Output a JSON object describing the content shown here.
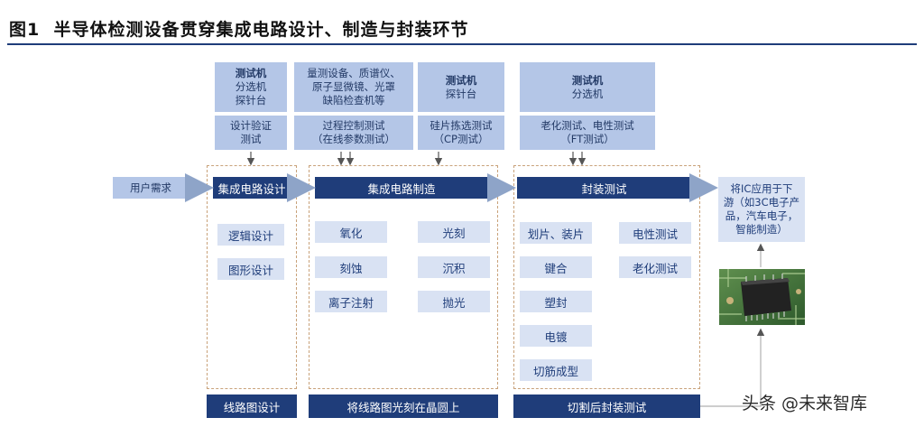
{
  "figure": {
    "label": "图1",
    "title": "半导体检测设备贯穿集成电路设计、制造与封装环节"
  },
  "equipment": {
    "design": {
      "name": "测试机",
      "lines": [
        "分选机",
        "探针台"
      ]
    },
    "process": {
      "lines": [
        "量测设备、质谱仪、",
        "原子显微镜、光罩",
        "缺陷检查机等"
      ]
    },
    "wafer": {
      "name": "测试机",
      "lines": [
        "探针台"
      ]
    },
    "package": {
      "name": "测试机",
      "lines": [
        "分选机"
      ]
    }
  },
  "tests": {
    "design": [
      "设计验证",
      "测试"
    ],
    "process": [
      "过程控制测试",
      "（在线参数测试）"
    ],
    "wafer": [
      "硅片拣选测试",
      "（CP测试）"
    ],
    "package": [
      "老化测试、电性测试",
      "（FT测试）"
    ]
  },
  "flow": {
    "user_needs": "用户需求",
    "ic_design": "集成电路设计",
    "ic_manufacturing": "集成电路制造",
    "package_test": "封装测试",
    "downstream": [
      "将IC应用于下",
      "游（如3C电子产",
      "品，汽车电子，",
      "智能制造）"
    ]
  },
  "design_steps": [
    "逻辑设计",
    "图形设计"
  ],
  "manufacturing_steps": {
    "left": [
      "氧化",
      "刻蚀",
      "离子注射"
    ],
    "right": [
      "光刻",
      "沉积",
      "抛光"
    ]
  },
  "package_steps": {
    "left": [
      "划片、装片",
      "键合",
      "塑封",
      "电镀",
      "切筋成型"
    ],
    "right": [
      "电性测试",
      "老化测试"
    ]
  },
  "bottom": {
    "design": "线路图设计",
    "manufacturing": "将线路图光刻在晶圆上",
    "package": "切割后封装测试"
  },
  "watermark": "头条 @未来智库",
  "colors": {
    "navy": "#1f3d7a",
    "light_blue": "#b4c6e7",
    "pale_blue": "#d9e2f3",
    "dash": "#c9a27a",
    "arrow": "#8ea4c8"
  }
}
